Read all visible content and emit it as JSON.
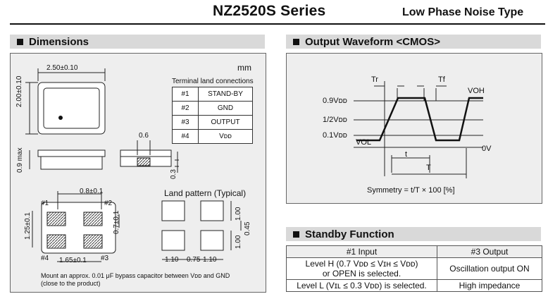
{
  "header": {
    "series": "NZ2520S Series",
    "subtitle": "Low Phase Noise Type"
  },
  "dimensions": {
    "title": "Dimensions",
    "unit": "mm",
    "terminal_caption": "Terminal land connections",
    "terminals": [
      {
        "pin": "#1",
        "name": "STAND-BY"
      },
      {
        "pin": "#2",
        "name": "GND"
      },
      {
        "pin": "#3",
        "name": "OUTPUT"
      },
      {
        "pin": "#4",
        "name": "Vᴅᴅ"
      }
    ],
    "top_width": "2.50±0.10",
    "top_height": "2.00±0.10",
    "side_height": "0.9 max",
    "side_pad": "0.6",
    "side_t": "0.3",
    "pad_pitch": "0.8±0.1",
    "pad_h": "1.25±0.1",
    "pad_v": "0.7±0.1",
    "pad_w": "1.65±0.1",
    "pins": [
      "#1",
      "#2",
      "#3",
      "#4"
    ],
    "land_title": "Land pattern (Typical)",
    "land_h1": "1.00",
    "land_gap": "0.45",
    "land_h2": "1.00",
    "land_w1": "1.10",
    "land_w2": "0.75",
    "land_w3": "1.10",
    "note_l1": "Mount an approx. 0.01 μF bypass capacitor between Vᴅᴅ and GND",
    "note_l2": "(close to the product)"
  },
  "waveform": {
    "title": "Output Waveform <CMOS>",
    "tr": "Tr",
    "tf": "Tf",
    "l09": "0.9Vᴅᴅ",
    "l12": "1/2Vᴅᴅ",
    "l01": "0.1Vᴅᴅ",
    "voh": "VOH",
    "vol": "VOL",
    "zero": "0V",
    "t": "t",
    "T": "T",
    "symmetry": "Symmetry = t/T × 100 [%]"
  },
  "standby": {
    "title": "Standby Function",
    "headers": [
      "#1 Input",
      "#3 Output"
    ],
    "rows": [
      {
        "in1": "Level H (0.7 Vᴅᴅ ≤ Vɪʜ ≤ Vᴅᴅ)",
        "in2": "or OPEN is selected.",
        "out": "Oscillation output ON"
      },
      {
        "in1": "Level L (Vɪʟ ≤ 0.3 Vᴅᴅ) is selected.",
        "in2": "",
        "out": "High impedance"
      }
    ]
  }
}
